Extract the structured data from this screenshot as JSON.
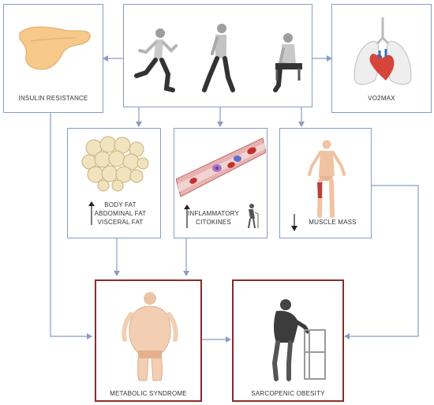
{
  "nodes": {
    "insulin_resistance": "INSULIN RESISTANCE",
    "vo2max": "VO2MAX",
    "body_fat": [
      "BODY FAT",
      "ABDOMINAL FAT",
      "VISCERAL FAT"
    ],
    "inflammatory": [
      "INFLAMMATORY",
      "CITOKINES"
    ],
    "muscle_mass": "MUSCLE MASS",
    "metabolic_syndrome": "METABOLIC SYNDROME",
    "sarcopenic_obesity": "SARCOPENIC OBESITY"
  },
  "colors": {
    "box_border": "#8a9cc4",
    "outcome_border": "#8b2a2a",
    "connector": "#8a9cc4"
  },
  "icons": [
    "pancreas-icon",
    "running-person-icon",
    "walking-person-icon",
    "sitting-person-icon",
    "lungs-heart-icon",
    "fat-cells-icon",
    "blood-vessel-icon",
    "elderly-cane-icon",
    "muscle-body-icon",
    "obese-person-icon",
    "elderly-walker-icon",
    "arrow-up-icon",
    "arrow-down-icon"
  ]
}
